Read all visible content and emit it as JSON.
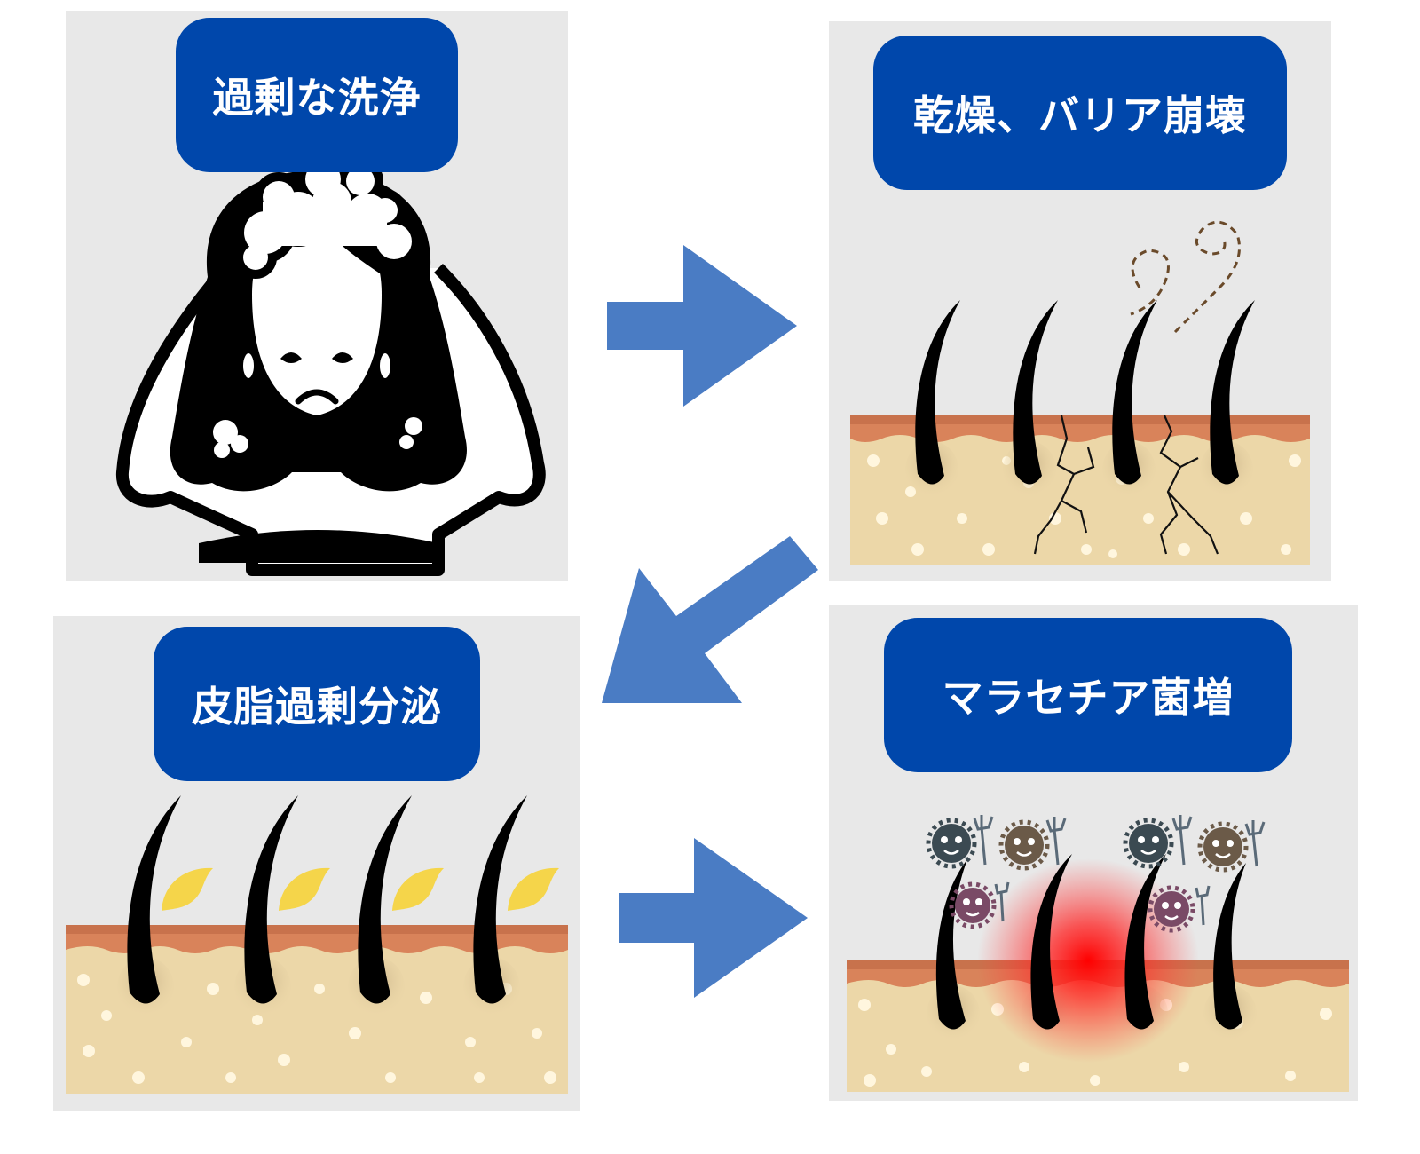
{
  "steps": [
    {
      "label": "過剰な洗浄",
      "icon": "shampoo-woman-icon"
    },
    {
      "label": "乾燥、バリア崩壊",
      "icon": "dry-cracked-scalp-icon"
    },
    {
      "label": "皮脂過剰分泌",
      "icon": "excess-sebum-scalp-icon"
    },
    {
      "label": "マラセチア菌増",
      "icon": "malassezia-scalp-icon"
    }
  ],
  "colors": {
    "label_bg": "#0047ab",
    "arrow": "#4a7cc4",
    "panel_bg": "#e8e8e8",
    "skin": "#ecd7a8",
    "skin_top": "#d9835a",
    "sebum": "#f5d54a",
    "inflammation": "#ff1a1a"
  }
}
